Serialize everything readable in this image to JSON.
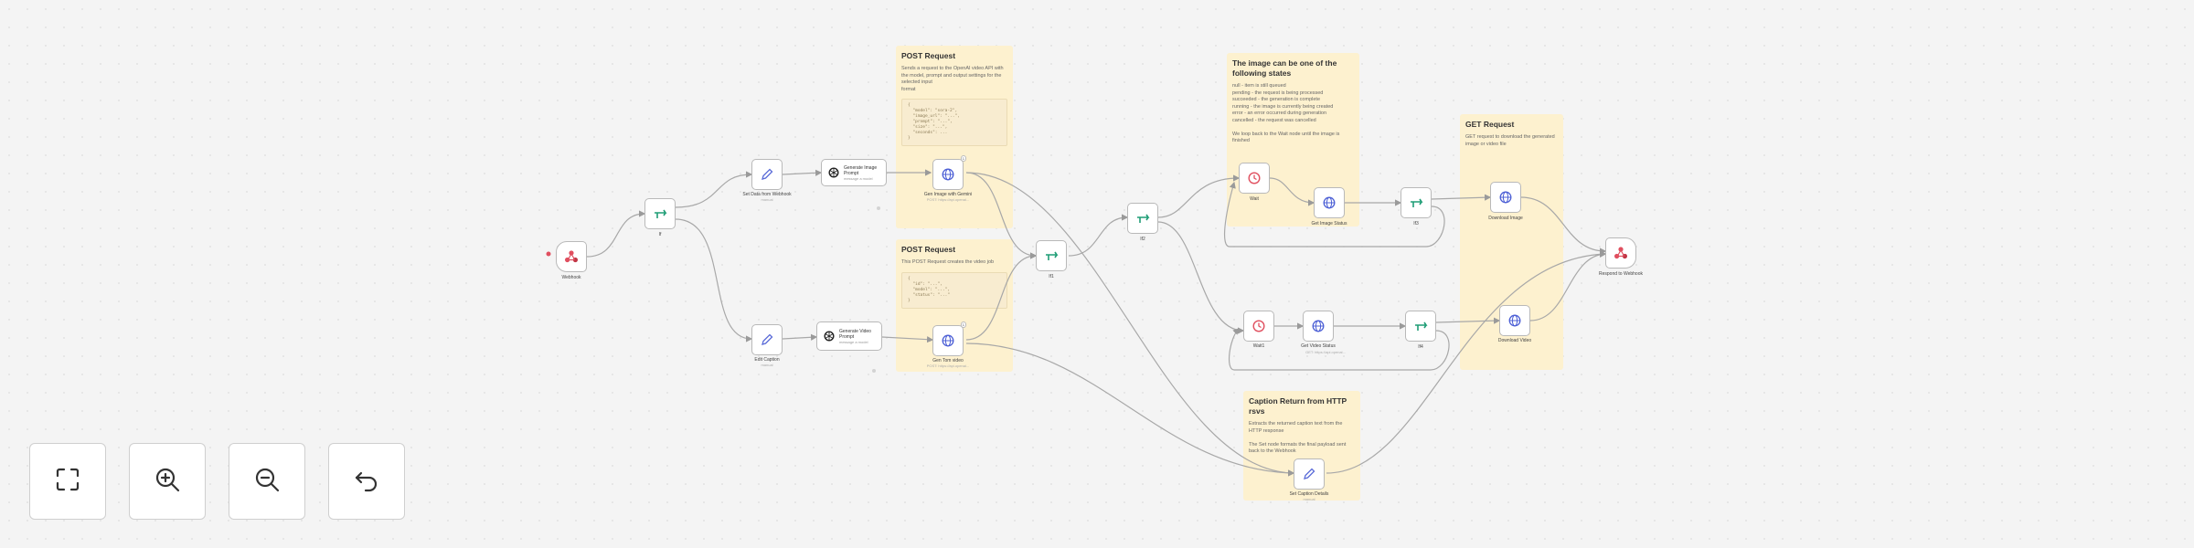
{
  "canvas": {
    "accent_trigger": "#e04f5f",
    "accent_if": "#1f9d76",
    "accent_http": "#4c5fd5",
    "accent_set": "#5a6bd8",
    "accent_wait": "#e04f5f",
    "sticky_color": "#fdf1cf"
  },
  "sticky_notes": {
    "post1": {
      "title": "POST Request",
      "body": "Sends a request to the OpenAI video API with the model, prompt and output settings for the selected input\nformat",
      "code": "{\n  \"model\": \"sora-2\",\n  \"image_url\": \"...\",\n  \"prompt\": \"...\",\n  \"size\": \"...\",\n  \"seconds\": ...\n}"
    },
    "post2": {
      "title": "POST Request",
      "body": "This POST Request creates the video job",
      "code": "{\n  \"id\": \"...\",\n  \"model\": \"...\",\n  \"status\": \"...\"\n}"
    },
    "status": {
      "title": "The image can be one of the\nfollowing states",
      "body": "null - item is still queued\npending - the request is being processed\nsucceeded - the generation is complete\nrunning - the image is currently being created\nerror - an error occurred during generation\ncancelled - the request was cancelled\n\nWe loop back to the Wait node until the image is finished"
    },
    "get": {
      "title": "GET Request",
      "body": "GET request to download the generated image or video file"
    },
    "caption": {
      "title": "Caption Return from HTTP rsvs",
      "body": "Extracts the returned caption text from the HTTP response\n\nThe Set node formats the final payload sent back to the Webhook"
    }
  },
  "nodes": {
    "webhook": {
      "label": "Webhook",
      "icon": "webhook-icon"
    },
    "if_input": {
      "label": "If",
      "icon": "if-icon"
    },
    "set_image": {
      "label": "Set Data from Webhook",
      "sub": "manual",
      "icon": "pencil-icon"
    },
    "gen_image_prompt": {
      "title": "Generate Image",
      "title2": "Prompt",
      "sub": "message a model",
      "icon": "openai-icon"
    },
    "http_image": {
      "label": "Gen Image with Gemini",
      "sub": "POST: https://api.openai...",
      "icon": "globe-icon",
      "badge": "1"
    },
    "set_video": {
      "label": "Edit Caption",
      "sub": "manual",
      "icon": "pencil-icon"
    },
    "gen_video_prompt": {
      "title": "Generate Video",
      "title2": "Prompt",
      "sub": "message a model",
      "icon": "openai-icon"
    },
    "http_video": {
      "label": "Gen Tom video",
      "sub": "POST: https://api.openai...",
      "icon": "globe-icon",
      "badge": "1"
    },
    "if_merge": {
      "label": "If1",
      "icon": "if-icon"
    },
    "if_type": {
      "label": "If2",
      "icon": "if-icon"
    },
    "wait_image": {
      "label": "Wait",
      "icon": "clock-icon"
    },
    "get_image_status": {
      "label": "Get Image Status",
      "icon": "globe-icon"
    },
    "if_image_done": {
      "label": "If3",
      "icon": "if-icon"
    },
    "download_image": {
      "label": "Download Image",
      "icon": "globe-icon"
    },
    "wait_video": {
      "label": "Wait1",
      "icon": "clock-icon"
    },
    "get_video_status": {
      "label": "Get Video Status",
      "sub": "GET: https://api.openai...",
      "icon": "globe-icon"
    },
    "if_video_done": {
      "label": "If4",
      "icon": "if-icon"
    },
    "download_video": {
      "label": "Download Video",
      "icon": "globe-icon"
    },
    "respond": {
      "label": "Respond to Webhook",
      "icon": "webhook-icon"
    },
    "set_caption": {
      "label": "Set Caption Details",
      "sub": "manual",
      "icon": "pencil-icon"
    }
  },
  "controls": [
    {
      "name": "zoom-to-fit-button",
      "icon": "fit-view-icon"
    },
    {
      "name": "zoom-in-button",
      "icon": "zoom-in-icon"
    },
    {
      "name": "zoom-out-button",
      "icon": "zoom-out-icon"
    },
    {
      "name": "reset-zoom-button",
      "icon": "undo-icon"
    }
  ]
}
